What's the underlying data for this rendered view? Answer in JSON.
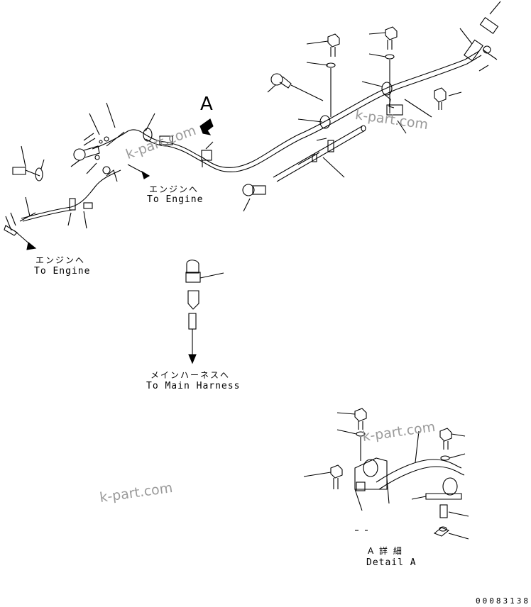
{
  "labels": {
    "to_engine_upper_jp": "エンジンへ",
    "to_engine_upper_en": "To Engine",
    "to_engine_lower_jp": "エンジンへ",
    "to_engine_lower_en": "To Engine",
    "to_harness_jp": "メインハーネスへ",
    "to_harness_en": "To Main Harness",
    "detail_jp": "A 詳 細",
    "detail_en": "Detail A",
    "callout_a": "A"
  },
  "watermarks": [
    "k-part.com",
    "k-part.com",
    "k-part.com",
    "k-part.com"
  ],
  "drawing_number": "00083138"
}
